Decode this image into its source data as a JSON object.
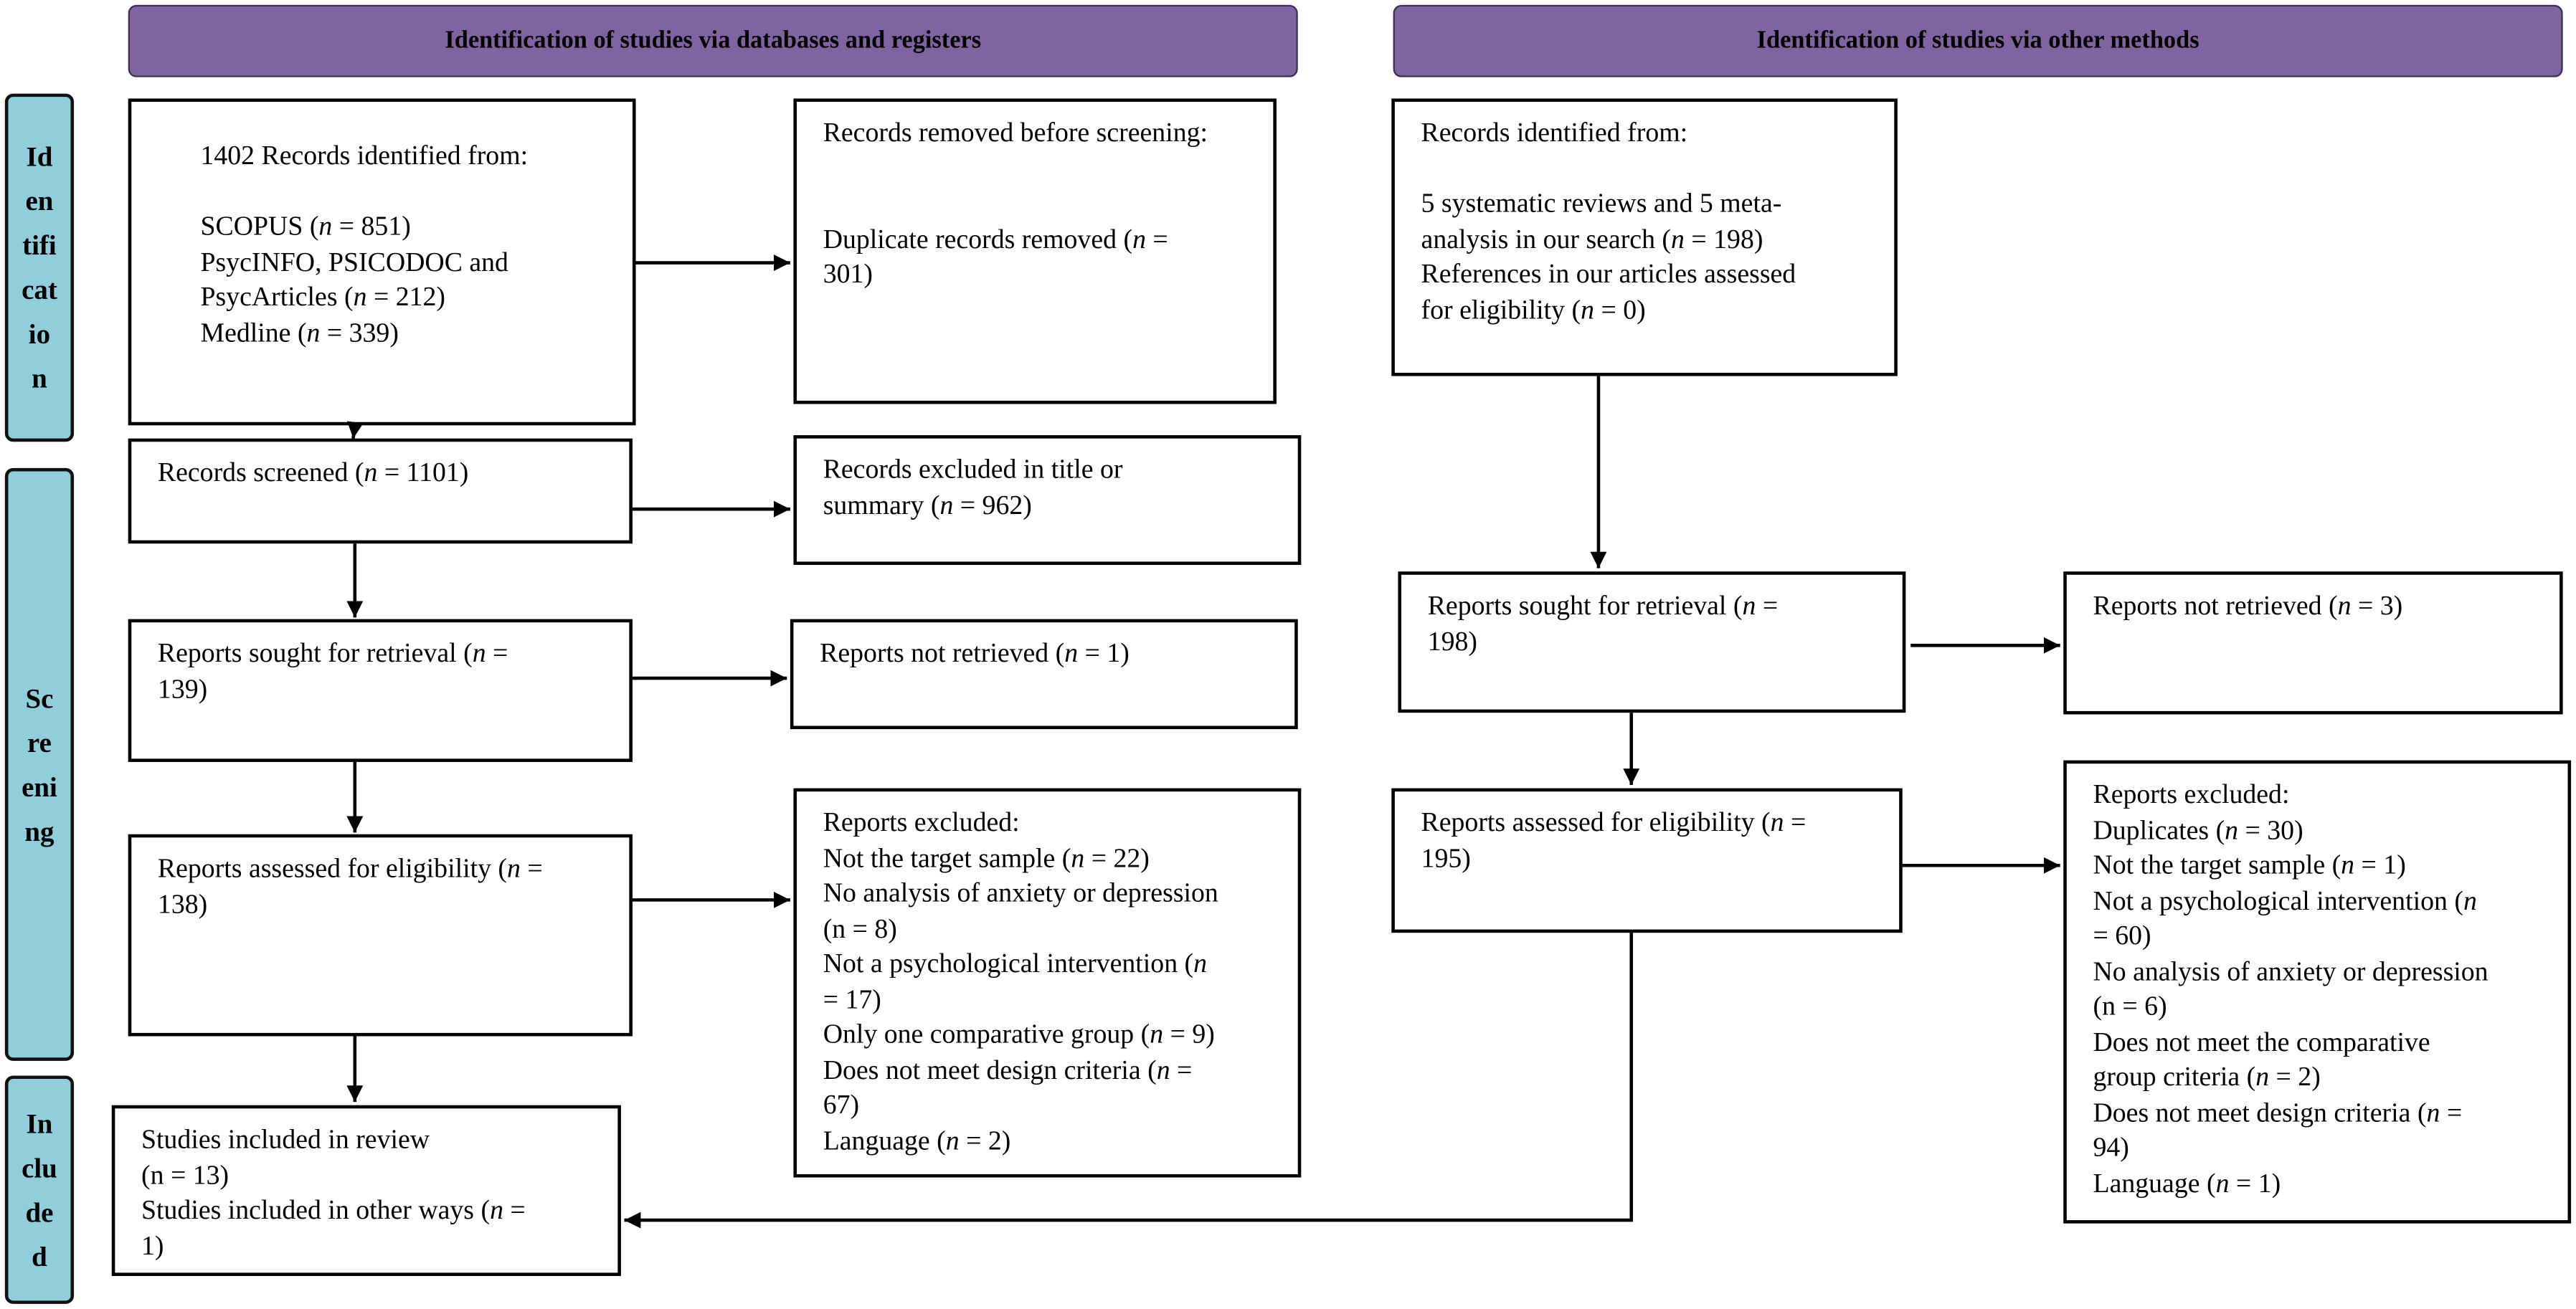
{
  "headers": {
    "databases": "Identification of studies via databases and registers",
    "other": "Identification of studies via other methods"
  },
  "phases": {
    "identification": [
      "Id",
      "en",
      "tifi",
      "cat",
      "io",
      "n"
    ],
    "screening": [
      "Sc",
      "re",
      "eni",
      "ng"
    ],
    "included": [
      "In",
      "clu",
      "de",
      "d"
    ]
  },
  "boxes": {
    "records_identified": [
      "1402 Records identified from:",
      "",
      "SCOPUS (n = 851)",
      "PsycINFO, PSICODOC and",
      "PsycArticles  (n = 212)",
      "Medline (n = 339)"
    ],
    "removed_before_screening": [
      "Records removed before screening:",
      "",
      "",
      "Duplicate records removed (n =",
      "301)"
    ],
    "other_records_identified": [
      "Records identified from:",
      "",
      "5 systematic reviews and 5 meta-",
      "analysis in our search (n = 198)",
      "References in our articles assessed",
      "for eligibility (n = 0)"
    ],
    "records_screened": [
      "Records screened (n = 1101)"
    ],
    "records_excluded": [
      "Records excluded in title or",
      "summary (n = 962)"
    ],
    "reports_sought": [
      "Reports sought for retrieval (n =",
      "139)"
    ],
    "reports_not_retrieved": [
      "Reports not retrieved (n = 1)"
    ],
    "reports_assessed": [
      "Reports assessed for eligibility (n =",
      "138)"
    ],
    "reports_excluded": [
      "Reports excluded:",
      "Not the target sample (n = 22)",
      "No analysis of anxiety or depression",
      "(n = 8)",
      "Not a psychological intervention (n",
      "= 17)",
      "Only one comparative group (n = 9)",
      "Does not meet design criteria (n =",
      "67)",
      "Language (n = 2)"
    ],
    "studies_included": [
      "Studies included in review",
      "(n = 13)",
      "Studies included in other ways (n =",
      "1)"
    ],
    "other_reports_sought": [
      "Reports sought for retrieval (n =",
      "198)"
    ],
    "other_reports_not_retrieved": [
      "Reports not retrieved (n = 3)"
    ],
    "other_reports_assessed": [
      "Reports assessed for eligibility (n =",
      "195)"
    ],
    "other_reports_excluded": [
      "Reports excluded:",
      "Duplicates (n = 30)",
      "Not the target sample (n = 1)",
      "Not a psychological intervention (n",
      "= 60)",
      "No analysis of anxiety or depression",
      "(n = 6)",
      "Does not meet the comparative",
      "group criteria (n = 2)",
      "Does not meet design criteria (n =",
      "94)",
      "Language (n = 1)"
    ]
  },
  "colors": {
    "header": "#8064a2",
    "phase": "#92cddc",
    "line": "#000000"
  }
}
